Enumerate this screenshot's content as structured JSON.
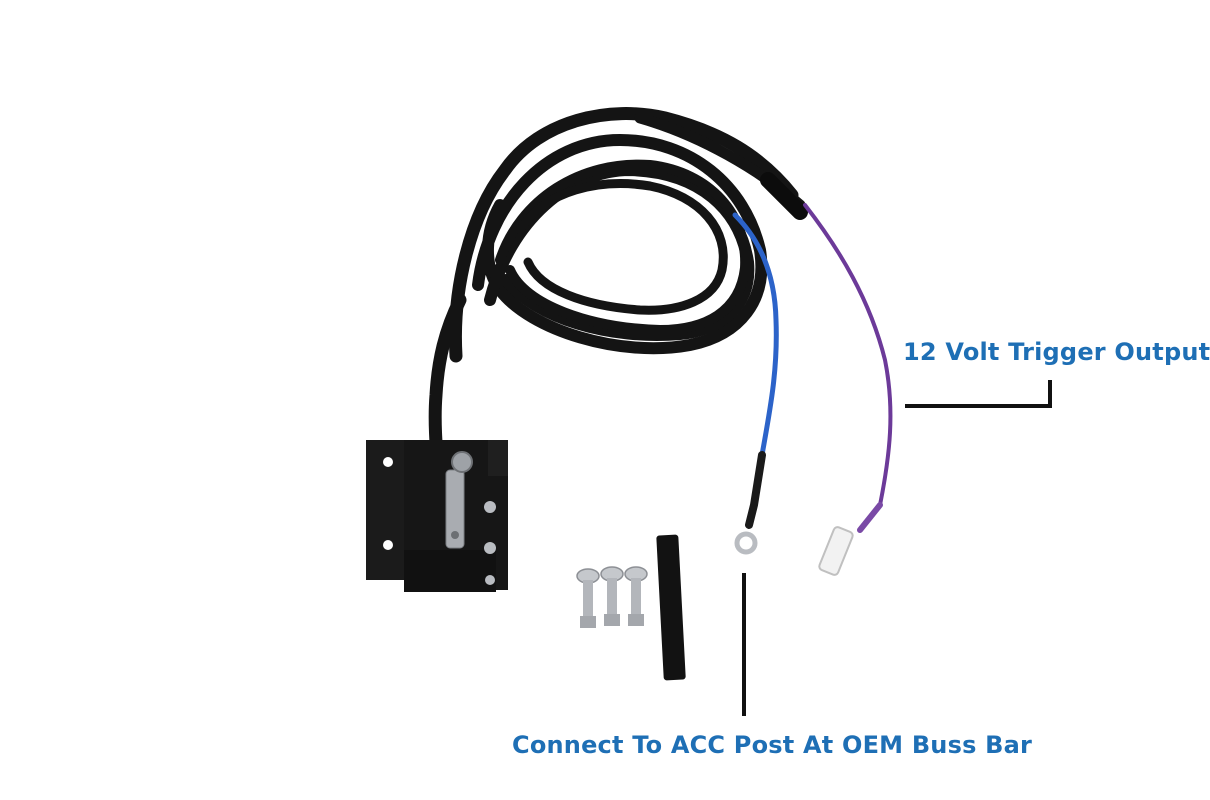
{
  "colors": {
    "background": "#ffffff",
    "label_text": "#1e6fb5",
    "leader_line": "#111111",
    "cable_black": "#141414",
    "wire_blue": "#2c63c9",
    "wire_purple": "#6c3a99",
    "bracket_black": "#1b1b1b",
    "steel": "#a9acb1"
  },
  "labels": {
    "trigger_output": "12 Volt Trigger Output",
    "acc_post": "Connect To ACC Post At OEM Buss Bar"
  },
  "product_parts": [
    "switch-bracket",
    "braided-harness",
    "blue-wire-ring-terminal",
    "purple-wire-spade-terminal",
    "mounting-screws",
    "heat-shrink-tube"
  ]
}
